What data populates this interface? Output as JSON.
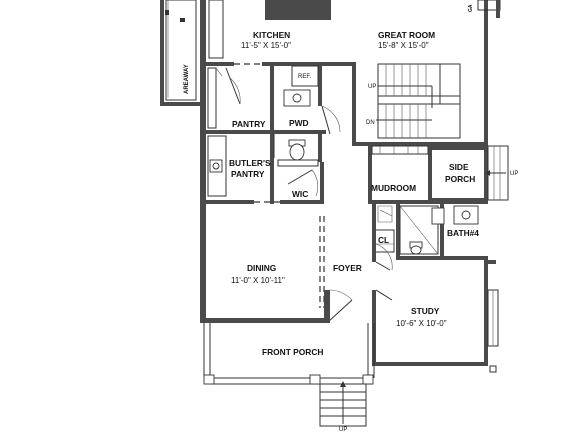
{
  "rooms": {
    "kitchen": {
      "name": "KITCHEN",
      "size": "11'-5\" X 15'-0\""
    },
    "great_room": {
      "name": "GREAT ROOM",
      "size": "15'-8\" X 15'-0\""
    },
    "pantry": {
      "name": "PANTRY"
    },
    "pwd": {
      "name": "PWD"
    },
    "butlers_pantry": {
      "line1": "BUTLER'S",
      "line2": "PANTRY"
    },
    "wic": {
      "name": "WIC"
    },
    "mudroom": {
      "name": "MUDROOM"
    },
    "side_porch": {
      "line1": "SIDE",
      "line2": "PORCH"
    },
    "bath4": {
      "name": "BATH#4"
    },
    "cl": {
      "name": "CL"
    },
    "dining": {
      "name": "DINING",
      "size": "11'-0\" X 10'-11\""
    },
    "foyer": {
      "name": "FOYER"
    },
    "study": {
      "name": "STUDY",
      "size": "10'-6\" X 10'-0\""
    },
    "front_porch": {
      "name": "FRONT PORCH"
    },
    "areaway": {
      "name": "AREAWAY"
    }
  },
  "labels": {
    "ref": "REF.",
    "stair_up": "UP",
    "stair_dn": "DN",
    "side_up": "UP",
    "front_up": "UP",
    "garage_partial": "GA"
  }
}
